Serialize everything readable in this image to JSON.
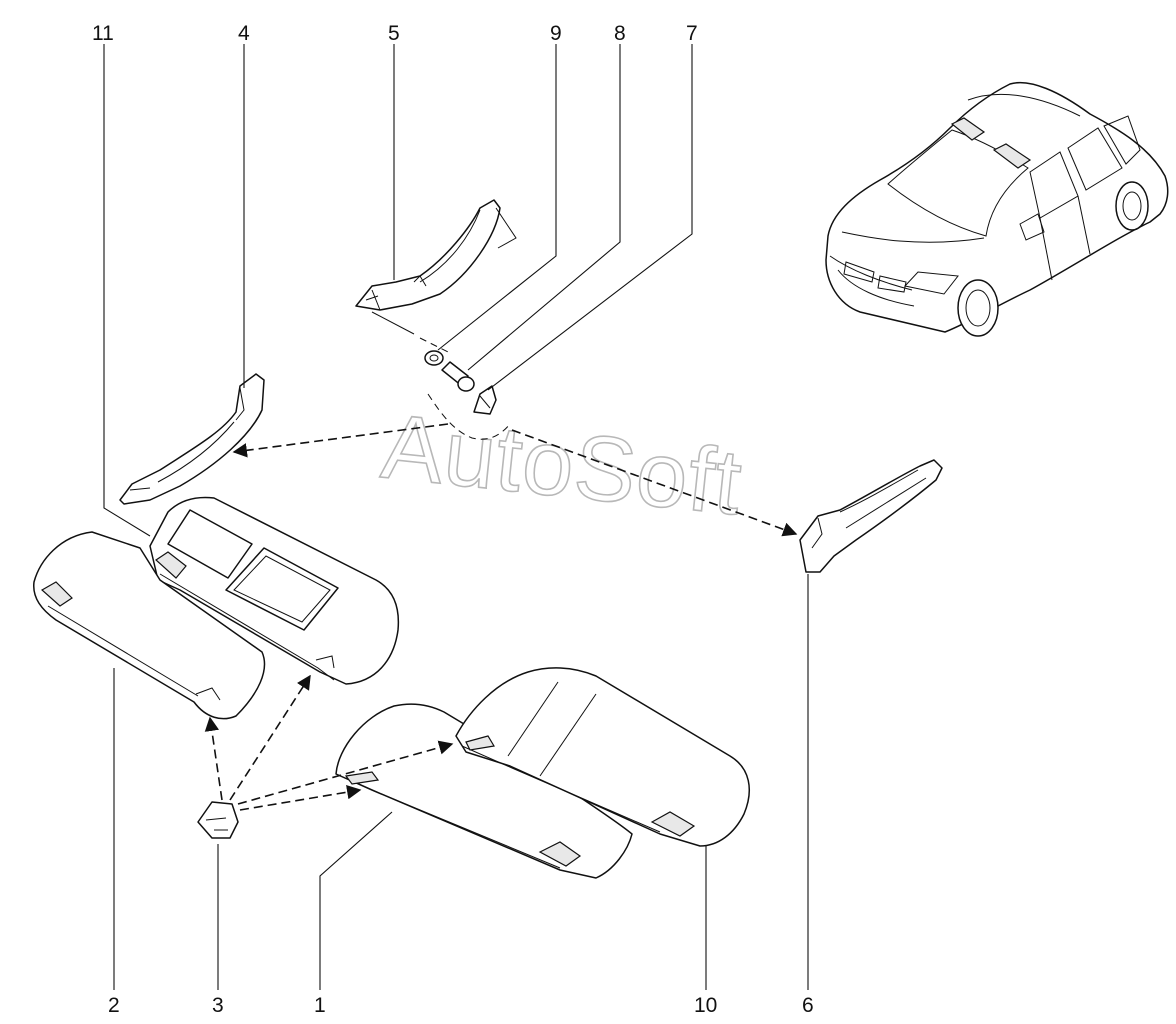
{
  "watermark": "AutoSoft",
  "callouts": {
    "c11": "11",
    "c4": "4",
    "c5": "5",
    "c9": "9",
    "c8": "8",
    "c7": "7",
    "c2": "2",
    "c3": "3",
    "c1": "1",
    "c10": "10",
    "c6": "6"
  },
  "colors": {
    "ink": "#111111",
    "watermark": "#b8b8b8",
    "background": "#ffffff"
  }
}
